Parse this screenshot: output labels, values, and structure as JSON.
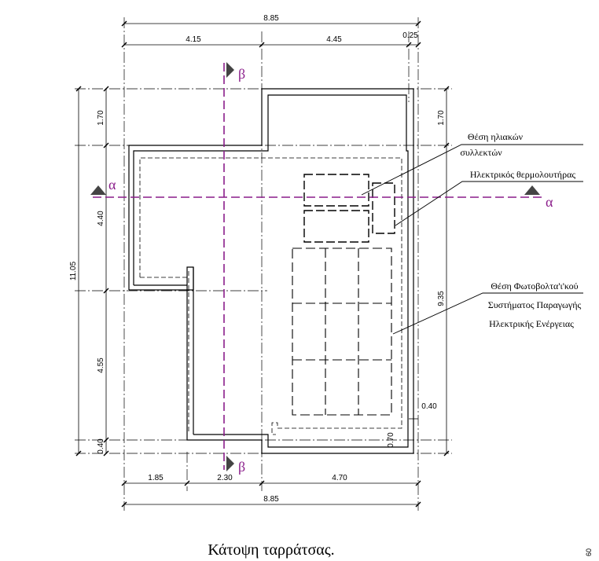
{
  "dimensions": {
    "top_total": "8.85",
    "top_left": "4.15",
    "top_right": "4.45",
    "top_small": "0.25",
    "left_1": "1.70",
    "left_2": "4.40",
    "left_3": "4.55",
    "left_4": "0.40",
    "left_total": "11.05",
    "right_1": "1.70",
    "right_2": "9.35",
    "right_3": "0.40",
    "right_4": "0.70",
    "bottom_1": "1.85",
    "bottom_2": "2.30",
    "bottom_3": "4.70",
    "bottom_total": "8.85"
  },
  "sections": {
    "alpha_left": "α",
    "alpha_right": "α",
    "beta_top": "β",
    "beta_bottom": "β"
  },
  "labels": {
    "solar_line1": "Θέση ηλιακών",
    "solar_line2": "συλλεκτών",
    "heater": "Ηλεκτρικός θερμολουτήρας",
    "pv_line1": "Θέση Φωτοβολτα'ι'κού",
    "pv_line2": "Συστήματος Παραγωγής",
    "pv_line3": "Ηλεκτρικής Ενέργειας"
  },
  "caption": "Κάτοψη ταρράτσας.",
  "page_number": "60"
}
